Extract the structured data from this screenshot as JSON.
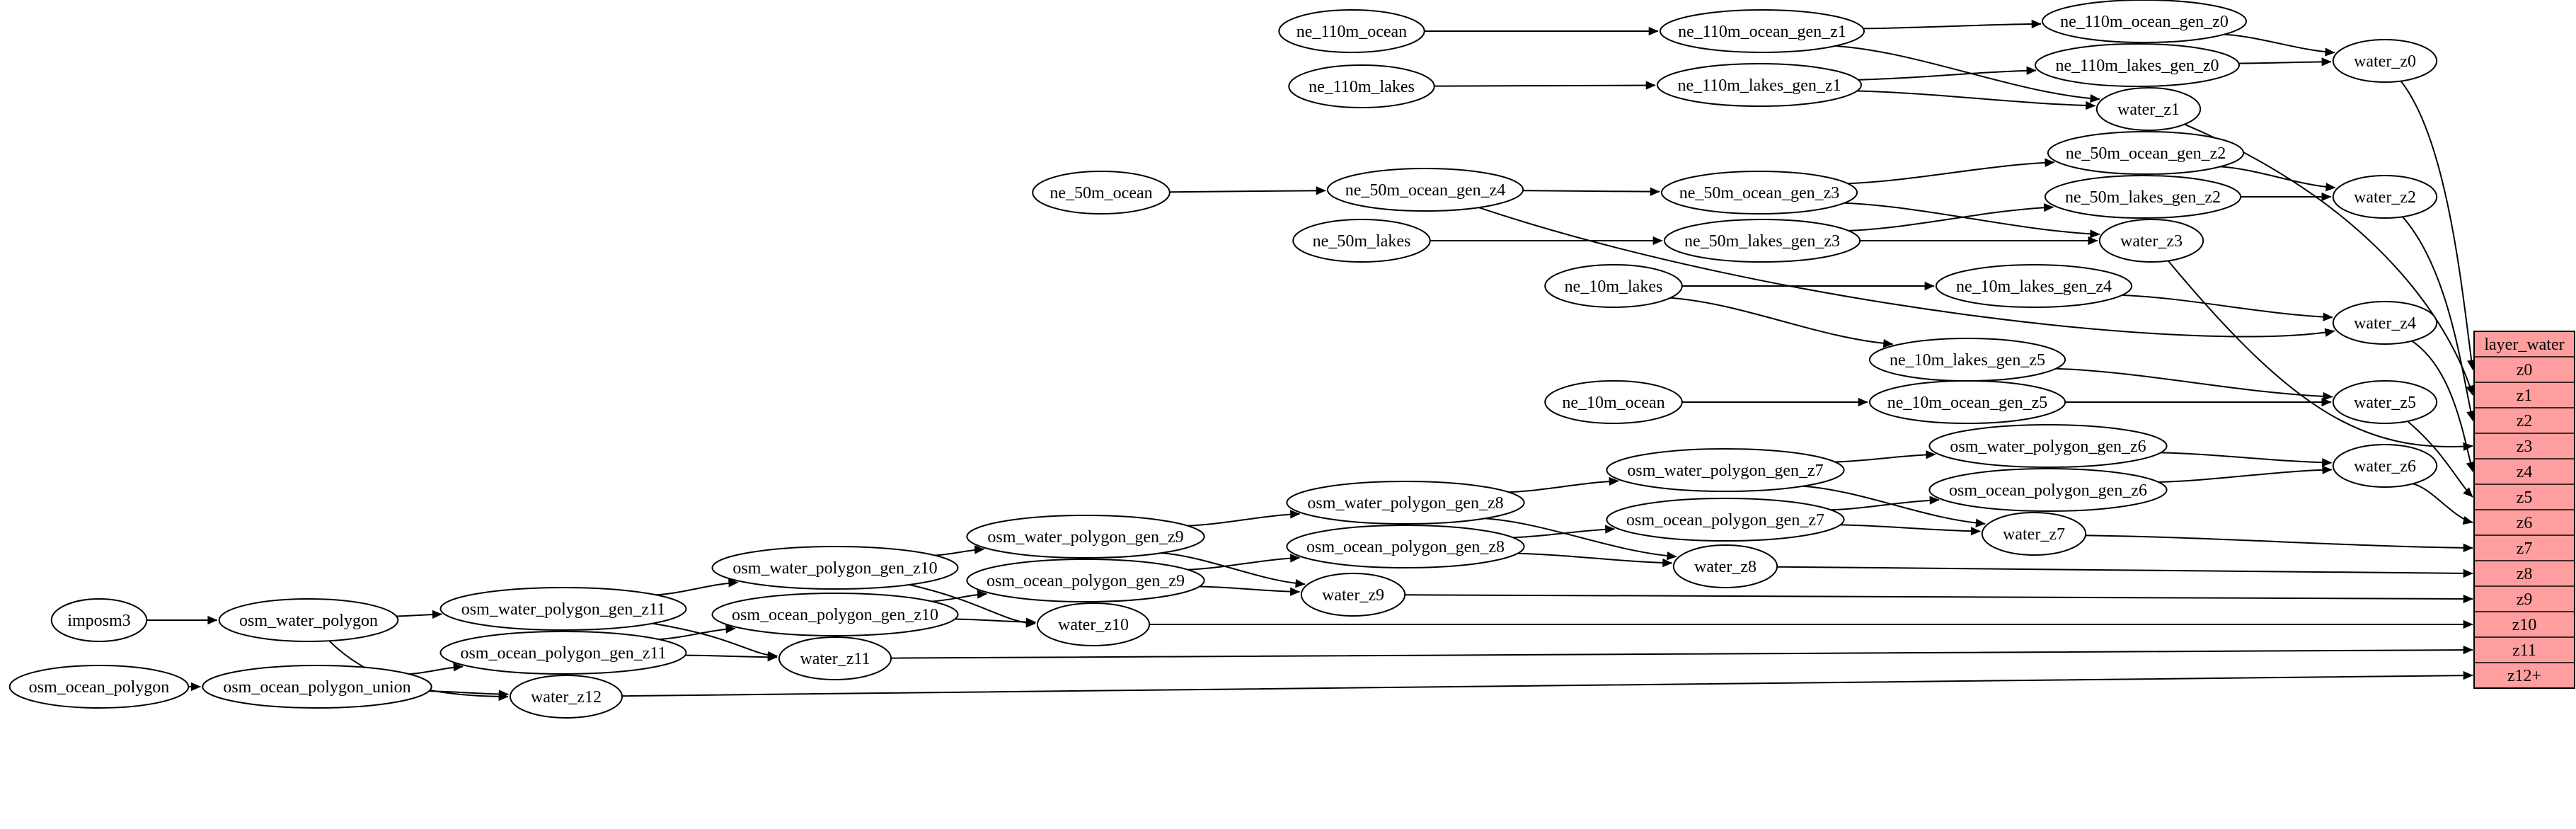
{
  "diagram": {
    "background": "#ffffff",
    "node_fill": "#ffffff",
    "node_stroke": "#000000",
    "edge_color": "#000000",
    "nodes": [
      "imposm3",
      "osm_water_polygon",
      "osm_ocean_polygon",
      "osm_ocean_polygon_union",
      "osm_water_polygon_gen_z11",
      "osm_water_polygon_gen_z10",
      "osm_water_polygon_gen_z9",
      "osm_water_polygon_gen_z8",
      "osm_water_polygon_gen_z7",
      "osm_water_polygon_gen_z6",
      "osm_ocean_polygon_gen_z11",
      "osm_ocean_polygon_gen_z10",
      "osm_ocean_polygon_gen_z9",
      "osm_ocean_polygon_gen_z8",
      "osm_ocean_polygon_gen_z7",
      "osm_ocean_polygon_gen_z6",
      "water_z12",
      "water_z11",
      "water_z10",
      "water_z9",
      "water_z8",
      "water_z7",
      "water_z6",
      "water_z5",
      "water_z4",
      "water_z3",
      "water_z2",
      "water_z1",
      "water_z0",
      "ne_110m_ocean",
      "ne_110m_ocean_gen_z1",
      "ne_110m_ocean_gen_z0",
      "ne_110m_lakes",
      "ne_110m_lakes_gen_z1",
      "ne_110m_lakes_gen_z0",
      "ne_50m_ocean",
      "ne_50m_ocean_gen_z4",
      "ne_50m_ocean_gen_z3",
      "ne_50m_ocean_gen_z2",
      "ne_50m_lakes",
      "ne_50m_lakes_gen_z3",
      "ne_50m_lakes_gen_z2",
      "ne_10m_lakes",
      "ne_10m_lakes_gen_z4",
      "ne_10m_lakes_gen_z5",
      "ne_10m_ocean",
      "ne_10m_ocean_gen_z5"
    ],
    "edges": [
      [
        "ne_110m_ocean",
        "ne_110m_ocean_gen_z1"
      ],
      [
        "ne_110m_ocean_gen_z1",
        "ne_110m_ocean_gen_z0"
      ],
      [
        "ne_110m_ocean_gen_z1",
        "water_z1"
      ],
      [
        "ne_110m_ocean_gen_z0",
        "water_z0"
      ],
      [
        "ne_110m_lakes",
        "ne_110m_lakes_gen_z1"
      ],
      [
        "ne_110m_lakes_gen_z1",
        "ne_110m_lakes_gen_z0"
      ],
      [
        "ne_110m_lakes_gen_z1",
        "water_z1"
      ],
      [
        "ne_110m_lakes_gen_z0",
        "water_z0"
      ],
      [
        "ne_50m_ocean",
        "ne_50m_ocean_gen_z4"
      ],
      [
        "ne_50m_ocean_gen_z4",
        "ne_50m_ocean_gen_z3"
      ],
      [
        "ne_50m_ocean_gen_z4",
        "water_z4"
      ],
      [
        "ne_50m_ocean_gen_z3",
        "ne_50m_ocean_gen_z2"
      ],
      [
        "ne_50m_ocean_gen_z3",
        "water_z3"
      ],
      [
        "ne_50m_ocean_gen_z2",
        "water_z2"
      ],
      [
        "ne_50m_lakes",
        "ne_50m_lakes_gen_z3"
      ],
      [
        "ne_50m_lakes_gen_z3",
        "ne_50m_lakes_gen_z2"
      ],
      [
        "ne_50m_lakes_gen_z3",
        "water_z3"
      ],
      [
        "ne_50m_lakes_gen_z2",
        "water_z2"
      ],
      [
        "ne_10m_lakes",
        "ne_10m_lakes_gen_z4"
      ],
      [
        "ne_10m_lakes",
        "ne_10m_lakes_gen_z5"
      ],
      [
        "ne_10m_lakes_gen_z4",
        "water_z4"
      ],
      [
        "ne_10m_lakes_gen_z5",
        "water_z5"
      ],
      [
        "ne_10m_ocean",
        "ne_10m_ocean_gen_z5"
      ],
      [
        "ne_10m_ocean_gen_z5",
        "water_z5"
      ],
      [
        "imposm3",
        "osm_water_polygon"
      ],
      [
        "osm_water_polygon",
        "osm_water_polygon_gen_z11"
      ],
      [
        "osm_water_polygon",
        "water_z12"
      ],
      [
        "osm_water_polygon_gen_z11",
        "osm_water_polygon_gen_z10"
      ],
      [
        "osm_water_polygon_gen_z11",
        "water_z11"
      ],
      [
        "osm_water_polygon_gen_z10",
        "osm_water_polygon_gen_z9"
      ],
      [
        "osm_water_polygon_gen_z10",
        "water_z10"
      ],
      [
        "osm_water_polygon_gen_z9",
        "osm_water_polygon_gen_z8"
      ],
      [
        "osm_water_polygon_gen_z9",
        "water_z9"
      ],
      [
        "osm_water_polygon_gen_z8",
        "osm_water_polygon_gen_z7"
      ],
      [
        "osm_water_polygon_gen_z8",
        "water_z8"
      ],
      [
        "osm_water_polygon_gen_z7",
        "osm_water_polygon_gen_z6"
      ],
      [
        "osm_water_polygon_gen_z7",
        "water_z7"
      ],
      [
        "osm_water_polygon_gen_z6",
        "water_z6"
      ],
      [
        "osm_ocean_polygon",
        "osm_ocean_polygon_union"
      ],
      [
        "osm_ocean_polygon_union",
        "osm_ocean_polygon_gen_z11"
      ],
      [
        "osm_ocean_polygon_union",
        "water_z12"
      ],
      [
        "osm_ocean_polygon_gen_z11",
        "osm_ocean_polygon_gen_z10"
      ],
      [
        "osm_ocean_polygon_gen_z11",
        "water_z11"
      ],
      [
        "osm_ocean_polygon_gen_z10",
        "osm_ocean_polygon_gen_z9"
      ],
      [
        "osm_ocean_polygon_gen_z10",
        "water_z10"
      ],
      [
        "osm_ocean_polygon_gen_z9",
        "osm_ocean_polygon_gen_z8"
      ],
      [
        "osm_ocean_polygon_gen_z9",
        "water_z9"
      ],
      [
        "osm_ocean_polygon_gen_z8",
        "osm_ocean_polygon_gen_z7"
      ],
      [
        "osm_ocean_polygon_gen_z8",
        "water_z8"
      ],
      [
        "osm_ocean_polygon_gen_z7",
        "osm_ocean_polygon_gen_z6"
      ],
      [
        "osm_ocean_polygon_gen_z7",
        "water_z7"
      ],
      [
        "osm_ocean_polygon_gen_z6",
        "water_z6"
      ],
      [
        "water_z0",
        "layer_water:z0"
      ],
      [
        "water_z1",
        "layer_water:z1"
      ],
      [
        "water_z2",
        "layer_water:z2"
      ],
      [
        "water_z3",
        "layer_water:z3"
      ],
      [
        "water_z4",
        "layer_water:z4"
      ],
      [
        "water_z5",
        "layer_water:z5"
      ],
      [
        "water_z6",
        "layer_water:z6"
      ],
      [
        "water_z7",
        "layer_water:z7"
      ],
      [
        "water_z8",
        "layer_water:z8"
      ],
      [
        "water_z9",
        "layer_water:z9"
      ],
      [
        "water_z10",
        "layer_water:z10"
      ],
      [
        "water_z11",
        "layer_water:z11"
      ],
      [
        "water_z12",
        "layer_water:z12+"
      ]
    ],
    "record": {
      "title": "layer_water",
      "rows": [
        "z0",
        "z1",
        "z2",
        "z3",
        "z4",
        "z5",
        "z6",
        "z7",
        "z8",
        "z9",
        "z10",
        "z11",
        "z12+"
      ],
      "fill": "#ff9e9e",
      "stroke": "#000000"
    }
  }
}
